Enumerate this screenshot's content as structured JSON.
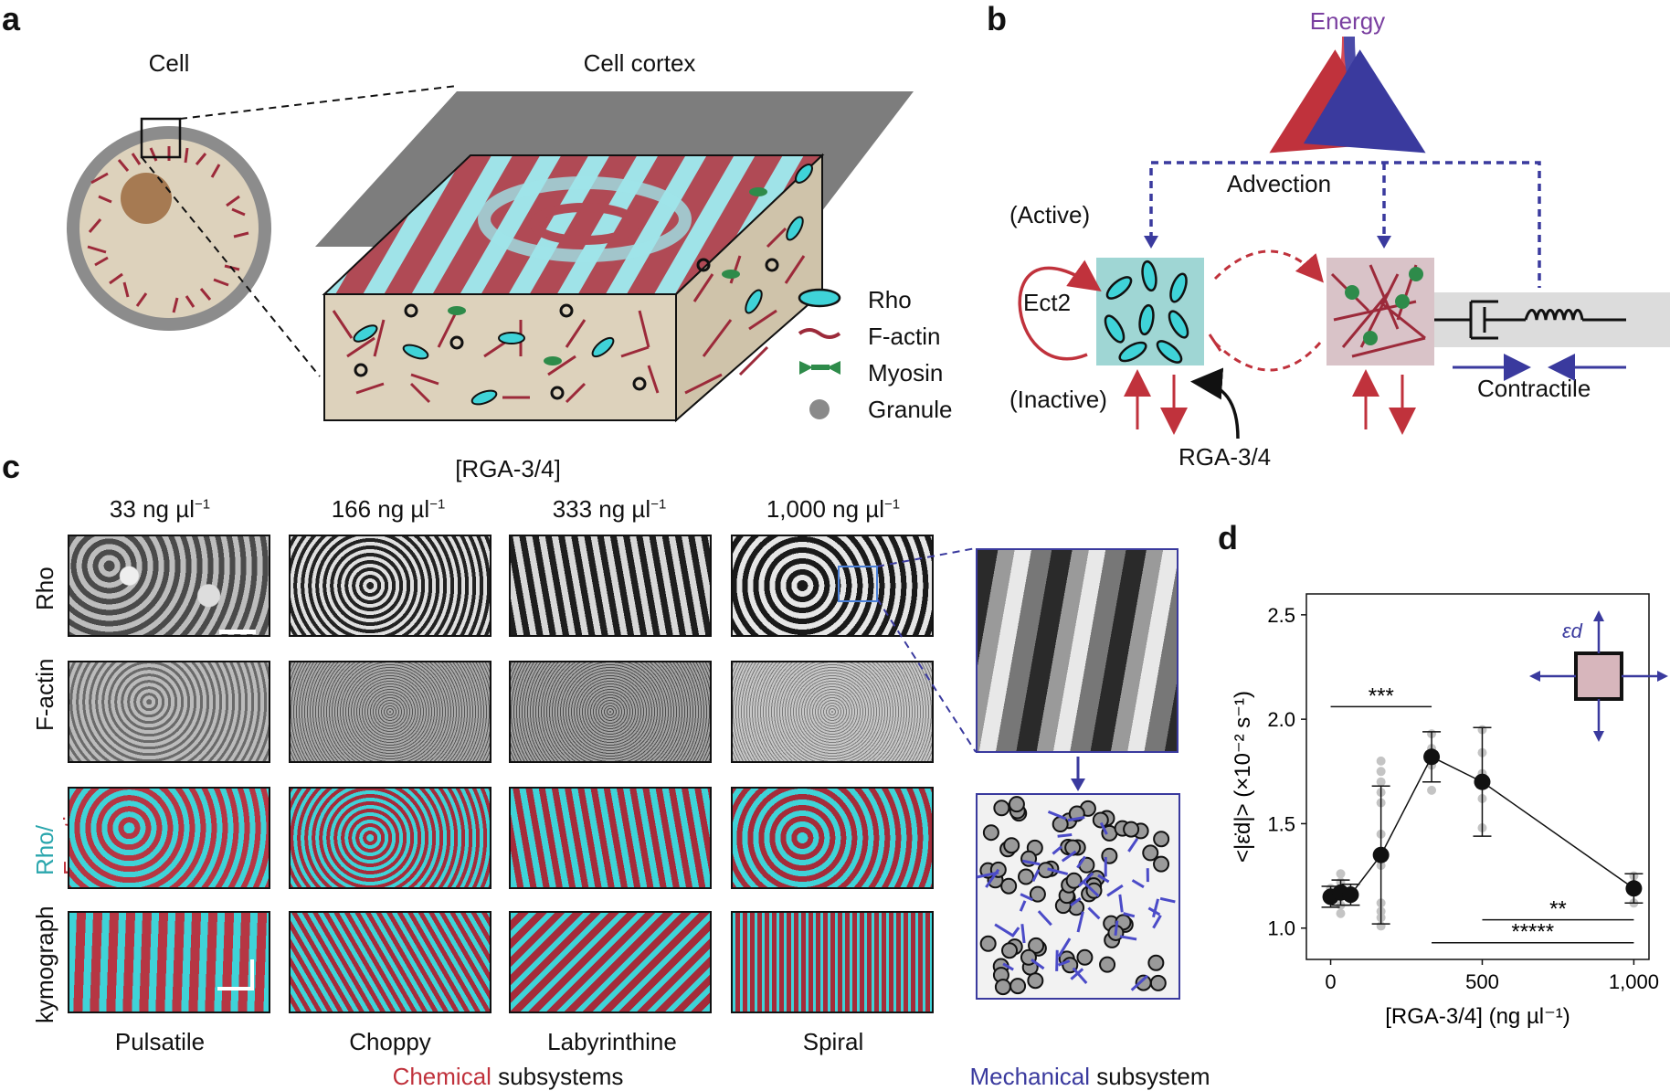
{
  "panels": {
    "a": {
      "letter": "a",
      "cell_title": "Cell",
      "cortex_title": "Cell cortex",
      "legend": [
        {
          "label": "Rho",
          "icon": "rho-ellipse-icon"
        },
        {
          "label": "F-actin",
          "icon": "factin-line-icon"
        },
        {
          "label": "Myosin",
          "icon": "myosin-icon"
        },
        {
          "label": "Granule",
          "icon": "granule-dot-icon"
        }
      ]
    },
    "b": {
      "letter": "b",
      "energy": "Energy",
      "advection": "Advection",
      "active": "(Active)",
      "inactive": "(Inactive)",
      "ect2": "Ect2",
      "rga": "RGA-3/4",
      "contractile": "Contractile"
    },
    "c": {
      "letter": "c",
      "header": "[RGA-3/4]",
      "concentrations": [
        "33 ng µl",
        "166 ng µl",
        "333 ng µl",
        "1,000 ng µl"
      ],
      "concentration_exponent": "−1",
      "rows": [
        "Rho",
        "F-actin",
        "Rho/",
        "F-actin",
        "kymograph"
      ],
      "regimes": [
        "Pulsatile",
        "Choppy",
        "Labyrinthine",
        "Spiral"
      ],
      "chemical_word": "Chemical",
      "chemical_rest": " subsystems",
      "mechanical_word": "Mechanical",
      "mechanical_rest": " subsystem"
    },
    "d": {
      "letter": "d"
    }
  },
  "colors": {
    "rho_cyan": "#3fd3d8",
    "factin_red": "#c0323c",
    "mech_blue": "#3a3a9e",
    "energy_purple": "#7a3fa0",
    "myosin_green": "#2e8b4a"
  },
  "chart_data": {
    "type": "scatter",
    "xlabel": "[RGA-3/4] (ng µl⁻¹)",
    "ylabel": "<|ε̇d|> (×10⁻² s⁻¹)",
    "inset_symbol": "εd",
    "xlim": [
      -80,
      1050
    ],
    "ylim": [
      0.85,
      2.6
    ],
    "xticks": [
      0,
      500,
      1000
    ],
    "xtick_labels": [
      "0",
      "500",
      "1,000"
    ],
    "yticks": [
      1.0,
      1.5,
      2.0,
      2.5
    ],
    "ytick_labels": [
      "1.0",
      "1.5",
      "2.0",
      "2.5"
    ],
    "means": [
      {
        "x": 0,
        "y": 1.15,
        "err": 0.05
      },
      {
        "x": 33,
        "y": 1.17,
        "err": 0.06
      },
      {
        "x": 66,
        "y": 1.16,
        "err": 0.05
      },
      {
        "x": 166,
        "y": 1.35,
        "err": 0.33
      },
      {
        "x": 333,
        "y": 1.82,
        "err": 0.12
      },
      {
        "x": 500,
        "y": 1.7,
        "err": 0.26
      },
      {
        "x": 1000,
        "y": 1.19,
        "err": 0.07
      }
    ],
    "individual_points": [
      {
        "x": 0,
        "y": 1.13
      },
      {
        "x": 0,
        "y": 1.17
      },
      {
        "x": 0,
        "y": 1.19
      },
      {
        "x": 33,
        "y": 1.07
      },
      {
        "x": 33,
        "y": 1.22
      },
      {
        "x": 33,
        "y": 1.26
      },
      {
        "x": 33,
        "y": 1.11
      },
      {
        "x": 66,
        "y": 1.14
      },
      {
        "x": 66,
        "y": 1.18
      },
      {
        "x": 166,
        "y": 1.01
      },
      {
        "x": 166,
        "y": 1.05
      },
      {
        "x": 166,
        "y": 1.08
      },
      {
        "x": 166,
        "y": 1.12
      },
      {
        "x": 166,
        "y": 1.3
      },
      {
        "x": 166,
        "y": 1.45
      },
      {
        "x": 166,
        "y": 1.6
      },
      {
        "x": 166,
        "y": 1.65
      },
      {
        "x": 166,
        "y": 1.7
      },
      {
        "x": 166,
        "y": 1.75
      },
      {
        "x": 166,
        "y": 1.8
      },
      {
        "x": 333,
        "y": 1.66
      },
      {
        "x": 333,
        "y": 1.78
      },
      {
        "x": 333,
        "y": 1.86
      },
      {
        "x": 333,
        "y": 1.93
      },
      {
        "x": 500,
        "y": 1.48
      },
      {
        "x": 500,
        "y": 1.62
      },
      {
        "x": 500,
        "y": 1.74
      },
      {
        "x": 500,
        "y": 1.84
      },
      {
        "x": 500,
        "y": 1.95
      },
      {
        "x": 1000,
        "y": 1.12
      },
      {
        "x": 1000,
        "y": 1.2
      },
      {
        "x": 1000,
        "y": 1.25
      }
    ],
    "significance": [
      {
        "label": "***",
        "x1": 0,
        "x2": 333,
        "y": 2.06
      },
      {
        "label": "**",
        "x1": 500,
        "x2": 1000,
        "y": 1.04
      },
      {
        "label": "*****",
        "x1": 333,
        "x2": 1000,
        "y": 0.93
      }
    ]
  }
}
